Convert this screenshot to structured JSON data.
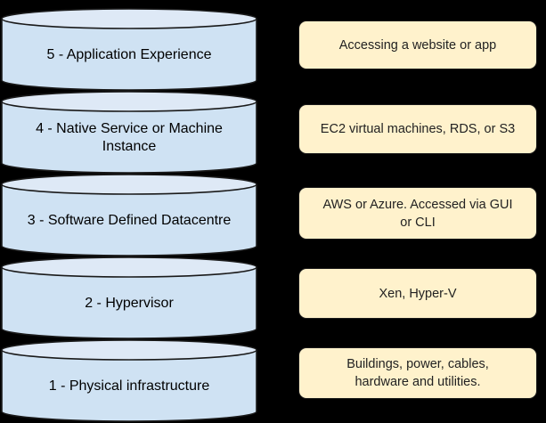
{
  "colors": {
    "background": "#000000",
    "cylinder_fill": "#cfe2f3",
    "cylinder_top_fill": "#dee9f6",
    "outline": "#1a1a1a",
    "note_fill": "#fff2cc",
    "note_border": "#1a1a1a"
  },
  "layers": [
    {
      "label_line1": "5 - Application Experience",
      "note_line1": "Accessing a website or app"
    },
    {
      "label_line1": "4 - Native Service or Machine",
      "label_line2": "Instance",
      "note_line1": "EC2 virtual machines, RDS, or S3"
    },
    {
      "label_line1": "3 - Software Defined Datacentre",
      "note_line1": "AWS or Azure. Accessed via GUI",
      "note_line2": "or CLI"
    },
    {
      "label_line1": "2 - Hypervisor",
      "note_line1": "Xen, Hyper-V"
    },
    {
      "label_line1": "1 - Physical infrastructure",
      "note_line1": "Buildings, power, cables,",
      "note_line2": "hardware and utilities."
    }
  ]
}
